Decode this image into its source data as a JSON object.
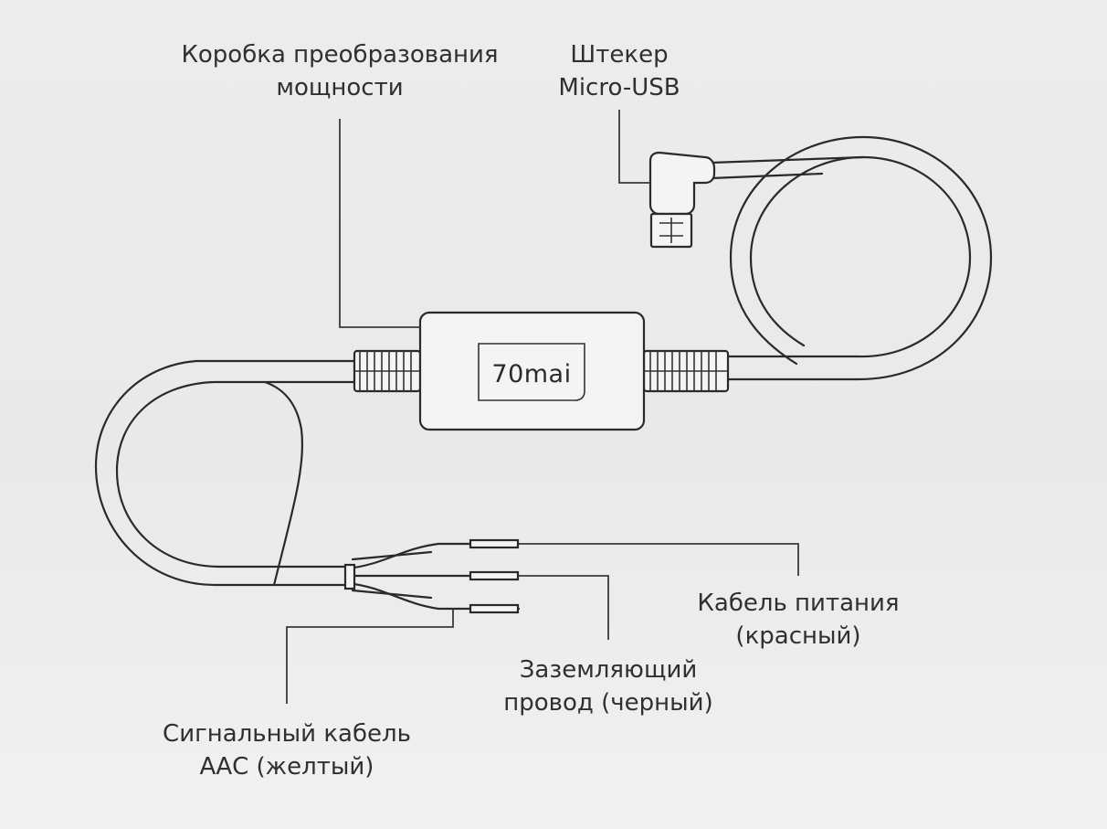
{
  "labels": {
    "power_box": [
      "Коробка преобразования",
      "мощности"
    ],
    "micro_usb": [
      "Штекер",
      "Micro-USB"
    ],
    "power_cable": [
      "Кабель питания",
      "(красный)"
    ],
    "ground_wire": [
      "Заземляющий",
      "провод (черный)"
    ],
    "acc_cable": [
      "Сигнальный кабель",
      "ААС (желтый)"
    ]
  },
  "box": {
    "logo": "70mai"
  },
  "icons": {
    "box": "converter-box-icon",
    "usb": "micro-usb-plug-icon"
  }
}
